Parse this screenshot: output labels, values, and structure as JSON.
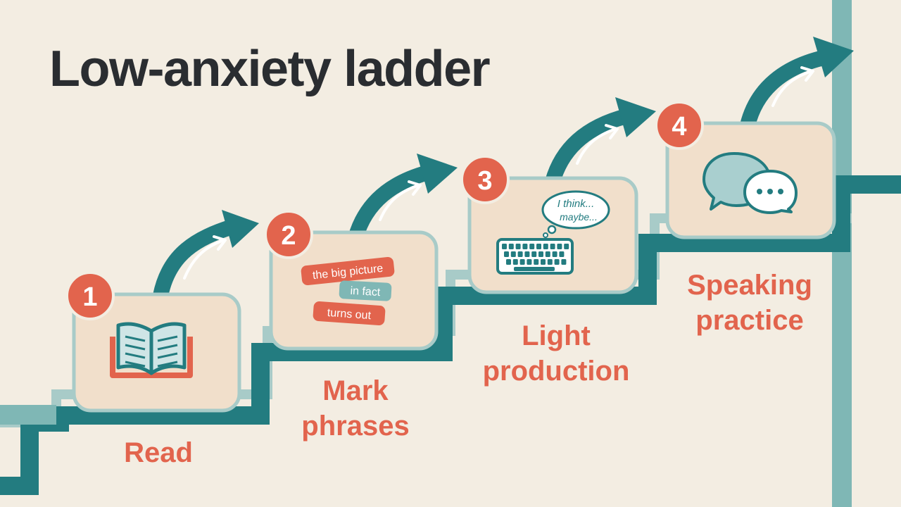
{
  "title": "Low-anxiety ladder",
  "steps": [
    {
      "number": "1",
      "label_lines": [
        "Read"
      ],
      "icon": "open-book-icon"
    },
    {
      "number": "2",
      "label_lines": [
        "Mark",
        "phrases"
      ],
      "icon": "phrase-tags",
      "tags": [
        "the big picture",
        "in fact",
        "turns out"
      ]
    },
    {
      "number": "3",
      "label_lines": [
        "Light",
        "production"
      ],
      "icon": "keyboard-icon",
      "bubble_lines": [
        "I think...",
        "maybe..."
      ]
    },
    {
      "number": "4",
      "label_lines": [
        "Speaking",
        "practice"
      ],
      "icon": "speech-bubbles-icon"
    }
  ],
  "colors": {
    "background": "#f3ede2",
    "teal": "#237c80",
    "light_teal": "#7fb7b5",
    "coral": "#e2644d",
    "card_fill": "#f1dfcb",
    "title": "#2a2d31"
  }
}
